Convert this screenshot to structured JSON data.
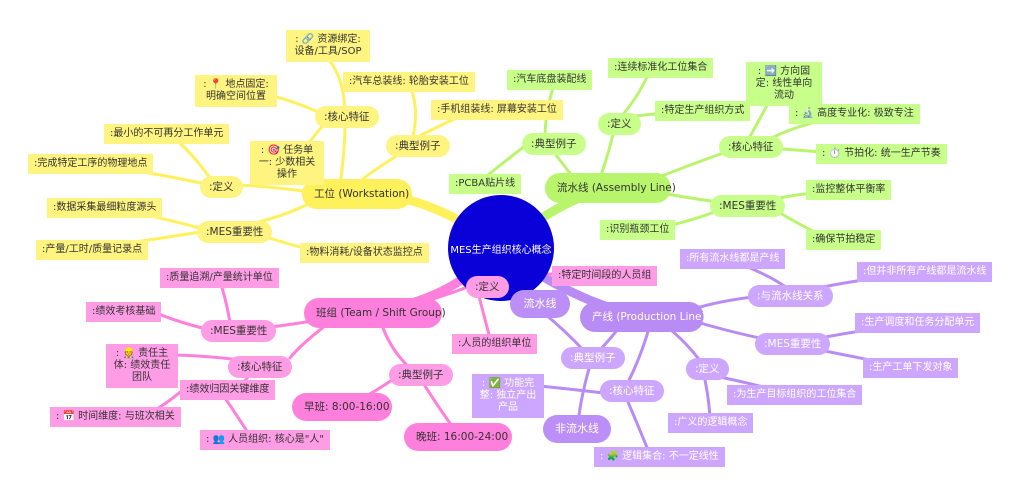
{
  "center": "MES生产组织核心概念",
  "workstation": {
    "title": "工位 (Workstation)",
    "core_features": {
      "label": ":核心特征",
      "items": [
        ": 🔗 资源绑定: 设备/工具/SOP",
        ": 📍 地点固定: 明确空间位置",
        ": 🎯 任务单一: 少数相关操作"
      ]
    },
    "examples": {
      "label": ":典型例子",
      "items": [
        ":汽车总装线: 轮胎安装工位",
        ":手机组装线: 屏幕安装工位"
      ]
    },
    "definition": {
      "label": ":定义",
      "items": [
        ":最小的不可再分工作单元",
        ":完成特定工序的物理地点"
      ]
    },
    "mes_importance": {
      "label": ":MES重要性",
      "items": [
        ":数据采集最细粒度源头",
        ":产量/工时/质量记录点",
        ":物料消耗/设备状态监控点"
      ]
    }
  },
  "assembly_line": {
    "title": "流水线 (Assembly Line)",
    "examples": {
      "label": ":典型例子",
      "items": [
        ":汽车底盘装配线",
        ":PCBA贴片线"
      ]
    },
    "definition": {
      "label": ":定义",
      "items": [
        ":连续标准化工位集合",
        ":特定生产组织方式"
      ]
    },
    "core_features": {
      "label": ":核心特征",
      "items": [
        ": ➡️ 方向固定: 线性单向流动",
        ": 🔬 高度专业化: 极致专注",
        ": ⏱️ 节拍化: 统一生产节奏"
      ]
    },
    "mes_importance": {
      "label": ":MES重要性",
      "items": [
        ":监控整体平衡率",
        ":识别瓶颈工位",
        ":确保节拍稳定"
      ]
    }
  },
  "production_line": {
    "title": "产线 (Production Line)",
    "relation": {
      "label": ":与流水线关系",
      "items": [
        ":所有流水线都是产线",
        ":但并非所有产线都是流水线"
      ]
    },
    "mes_importance": {
      "label": ":MES重要性",
      "items": [
        ":生产调度和任务分配单元",
        ":生产工单下发对象"
      ]
    },
    "definition": {
      "label": ":定义",
      "items": [
        ":为生产目标组织的工位集合",
        ":广义的逻辑概念"
      ]
    },
    "core_features": {
      "label": ":核心特征",
      "items": [
        ": ✅ 功能完整: 独立产出产品",
        ": 🧩 逻辑集合: 不一定线性"
      ]
    },
    "examples": {
      "label": ":典型例子",
      "items": [
        "流水线",
        "非流水线"
      ]
    }
  },
  "team": {
    "title": "班组 (Team / Shift Group)",
    "definition": {
      "label": ":定义",
      "items": [
        ":特定时间段的人员组",
        ":人员的组织单位"
      ]
    },
    "mes_importance": {
      "label": ":MES重要性",
      "items": [
        ":质量追溯/产量统计单位",
        ":绩效考核基础"
      ]
    },
    "core_features": {
      "label": ":核心特征",
      "items": [
        ": 👷 责任主体: 绩效责任团队",
        ":绩效归因关键维度"
      ]
    },
    "attribution": {
      "items": [
        ": 📅 时间维度: 与班次相关",
        ": 👥 人员组织: 核心是\"人\""
      ]
    },
    "examples": {
      "label": ":典型例子",
      "items": [
        "早班: 8:00-16:00",
        "晚班: 16:00-24:00"
      ]
    }
  }
}
